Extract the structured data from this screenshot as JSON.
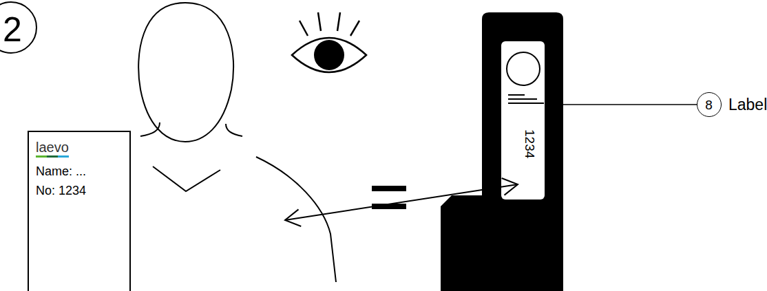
{
  "diagram": {
    "nodes": [
      {
        "text": [
          "2"
        ]
      },
      {
        "text": [
          "laevo",
          "Name: ...",
          "No: 1234"
        ]
      },
      {
        "text": [
          "1234"
        ]
      },
      {
        "text": [
          "8"
        ]
      }
    ],
    "edges": [
      {
        "from": 2,
        "to": 3,
        "arrow": "none"
      }
    ],
    "labels": [
      "Label"
    ]
  }
}
